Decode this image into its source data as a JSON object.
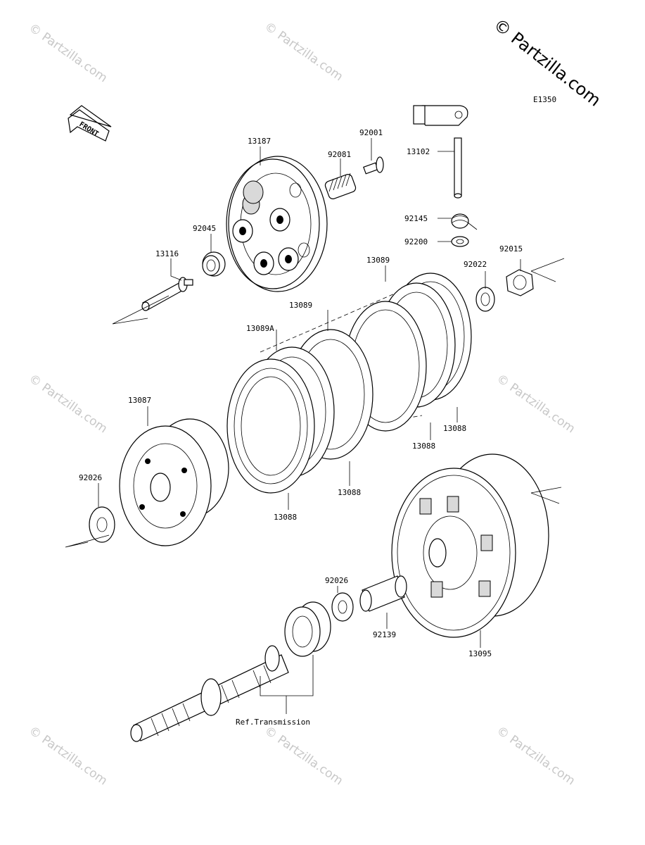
{
  "brand": {
    "watermark": "© Partzilla.com",
    "corner_text": "© Partzilla.com"
  },
  "diagram_code": "E1350",
  "front_label": "FRONT",
  "ref_label": "Ref.Transmission",
  "parts": {
    "p13187": "13187",
    "p92081": "92081",
    "p92001": "92001",
    "p13102": "13102",
    "p92145": "92145",
    "p92200": "92200",
    "p92045": "92045",
    "p13116": "13116",
    "p13089_top": "13089",
    "p13089_mid": "13089",
    "p13089A": "13089A",
    "p92022": "92022",
    "p92015": "92015",
    "p13087": "13087",
    "p92026_left": "92026",
    "p13088_a": "13088",
    "p13088_b": "13088",
    "p13088_c": "13088",
    "p13088_d": "13088",
    "p92026_mid": "92026",
    "p92139": "92139",
    "p13095": "13095"
  }
}
